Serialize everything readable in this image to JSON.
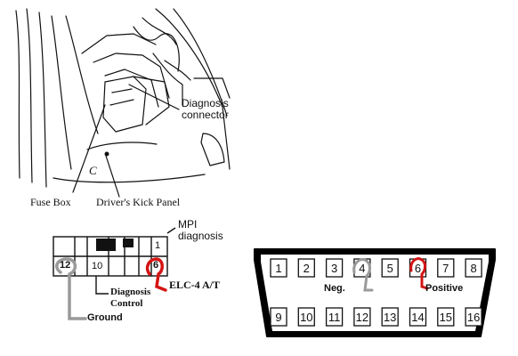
{
  "top_illustration": {
    "diagnosis_connector": "Diagnosis\nconnector",
    "fuse_box": "Fuse Box",
    "kick_panel": "Driver's Kick Panel",
    "letter_c": "C"
  },
  "mpi_connector": {
    "mpi_label": "MPI\ndiagnosis",
    "pins_labeled": [
      "12",
      "10",
      "6",
      "1"
    ],
    "elc_label": "ELC-4 A/T",
    "diag_control": "Diagnosis\nControl",
    "ground": "Ground"
  },
  "obd_connector": {
    "top_pins": [
      "1",
      "2",
      "3",
      "4",
      "5",
      "6",
      "7",
      "8"
    ],
    "bottom_pins": [
      "9",
      "10",
      "11",
      "12",
      "13",
      "14",
      "15",
      "16"
    ],
    "neg_label": "Neg.",
    "pos_label": "Positive"
  },
  "colors": {
    "line": "#111111",
    "highlight_red": "#d41414",
    "highlight_grey": "#9a9a9a"
  }
}
